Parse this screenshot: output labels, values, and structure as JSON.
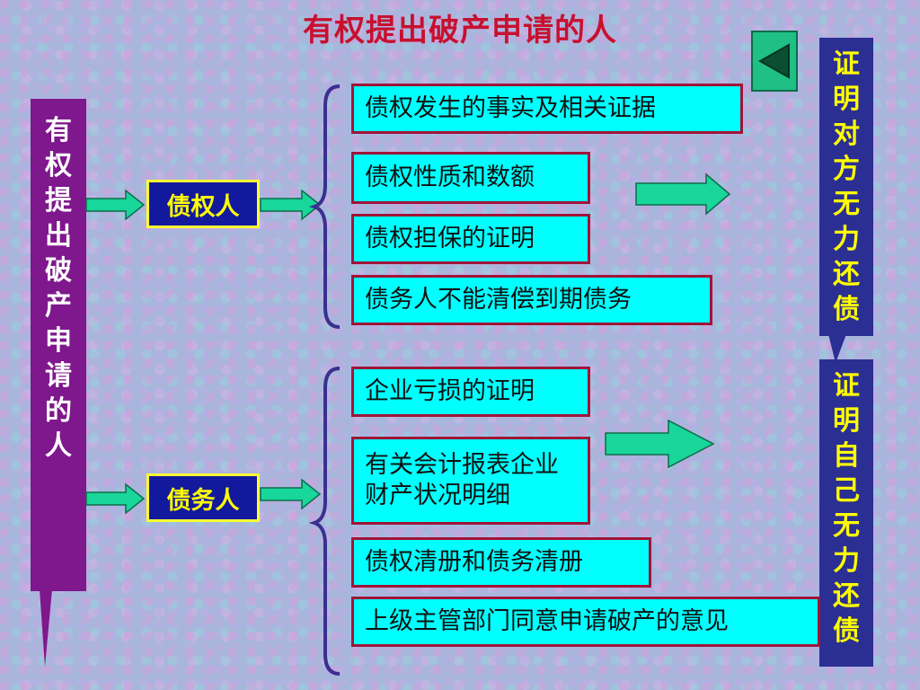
{
  "title": "有权提出破产申请的人",
  "left_callout": "有权提出破产申请的人",
  "right_callout_top": "证明对方无力还债",
  "right_callout_bottom": "证明自己无力还债",
  "roles": {
    "creditor": "债权人",
    "debtor": "债务人"
  },
  "creditor_items": [
    "债权发生的事实及相关证据",
    "债权性质和数额",
    "债权担保的证明",
    "债务人不能清偿到期债务"
  ],
  "debtor_items": [
    "企业亏损的证明",
    "有关会计报表企业财产状况明细",
    "债权清册和债务清册",
    "上级主管部门同意申请破产的意见"
  ],
  "icons": {
    "back": "triangle-left-icon",
    "arrow": "block-arrow-right-icon"
  },
  "colors": {
    "title": "#c8102e",
    "item_fill": "#00ffff",
    "item_border": "#a01438",
    "role_fill": "#13199d",
    "role_text": "#ffff00",
    "callout_left": "#7f178d",
    "callout_right": "#2b2f93",
    "arrow_fill": "#19d69a"
  }
}
